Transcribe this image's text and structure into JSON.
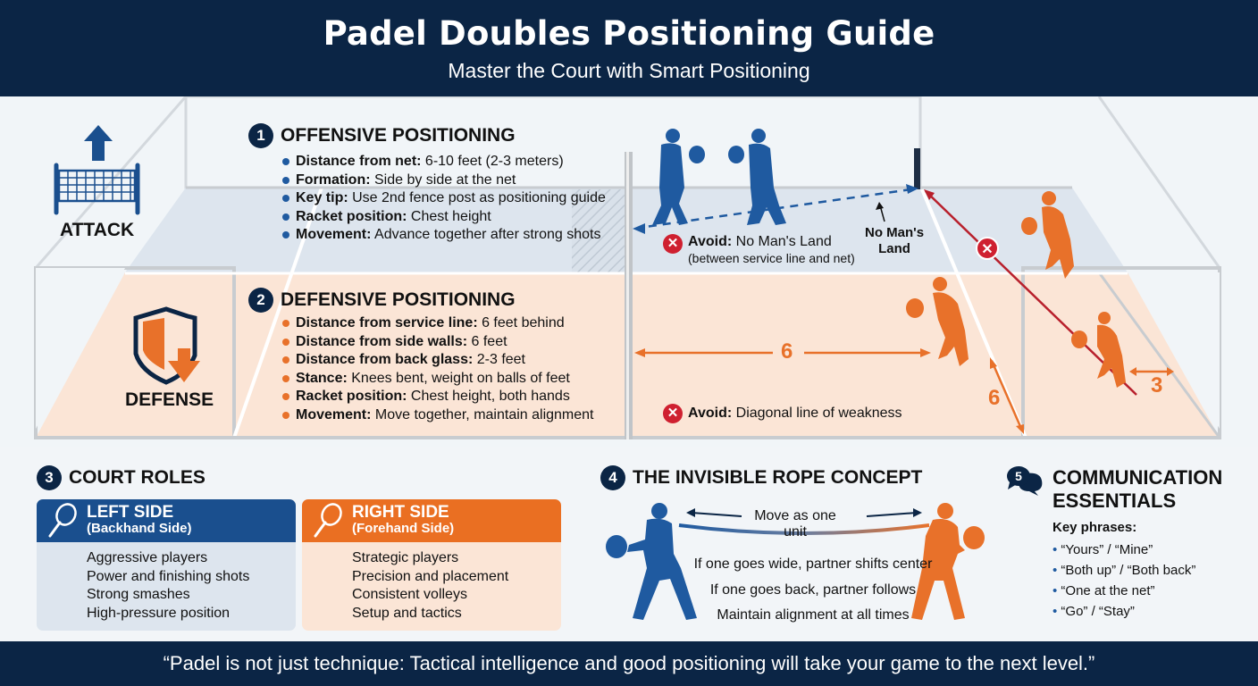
{
  "header": {
    "title": "Padel Doubles Positioning Guide",
    "subtitle": "Master the Court with Smart Positioning"
  },
  "side_labels": {
    "attack": "ATTACK",
    "defense": "DEFENSE"
  },
  "offensive": {
    "number": "1",
    "title": "OFFENSIVE POSITIONING",
    "items": [
      {
        "label": "Distance from net:",
        "value": " 6-10 feet (2-3 meters)"
      },
      {
        "label": "Formation:",
        "value": " Side by side at the net"
      },
      {
        "label": "Key tip:",
        "value": " Use 2nd fence post as positioning guide"
      },
      {
        "label": "Racket position:",
        "value": " Chest height"
      },
      {
        "label": "Movement:",
        "value": " Advance together after strong shots"
      }
    ]
  },
  "defensive": {
    "number": "2",
    "title": "DEFENSIVE POSITIONING",
    "items": [
      {
        "label": "Distance from service line:",
        "value": " 6 feet behind"
      },
      {
        "label": "Distance from side walls:",
        "value": " 6 feet"
      },
      {
        "label": "Distance from back glass:",
        "value": " 2-3 feet"
      },
      {
        "label": "Stance:",
        "value": " Knees bent, weight on balls of feet"
      },
      {
        "label": "Racket position:",
        "value": " Chest height, both hands"
      },
      {
        "label": "Movement:",
        "value": " Move together, maintain alignment"
      }
    ]
  },
  "court_annotations": {
    "avoid_nml_label": "Avoid:",
    "avoid_nml_value": " No Man's Land",
    "avoid_nml_note": "(between service line and net)",
    "nml_tag_line1": "No Man's",
    "nml_tag_line2": "Land",
    "avoid_diag_label": "Avoid:",
    "avoid_diag_value": " Diagonal line of weakness",
    "dim_service": "6",
    "dim_side": "6",
    "dim_back": "3"
  },
  "court_roles": {
    "number": "3",
    "title": "COURT ROLES",
    "left": {
      "title": "LEFT SIDE",
      "subtitle": "(Backhand Side)",
      "items": [
        "Aggressive players",
        "Power and finishing shots",
        "Strong smashes",
        "High-pressure position"
      ]
    },
    "right": {
      "title": "RIGHT SIDE",
      "subtitle": "(Forehand Side)",
      "items": [
        "Strategic players",
        "Precision and placement",
        "Consistent volleys",
        "Setup and tactics"
      ]
    }
  },
  "rope": {
    "number": "4",
    "title": "THE INVISIBLE ROPE CONCEPT",
    "move_label": "Move as one unit",
    "lines": [
      "If one goes wide, partner shifts center",
      "If one goes back, partner follows",
      "Maintain alignment at all times"
    ]
  },
  "communication": {
    "number": "5",
    "title_line1": "COMMUNICATION",
    "title_line2": "ESSENTIALS",
    "sub": "Key phrases:",
    "phrases": [
      "“Yours” / “Mine”",
      "“Both up” / “Both back”",
      "“One at the net”",
      "“Go” / “Stay”"
    ]
  },
  "footer": {
    "quote": "“Padel is not just technique: Tactical intelligence and good positioning will take your game to the next level.”"
  },
  "colors": {
    "navy": "#0b2545",
    "blue": "#1f5aa0",
    "orange": "#e8712a",
    "red": "#cf2030",
    "attack_zone": "#dde5ee",
    "defense_zone": "#fbe5d6"
  }
}
